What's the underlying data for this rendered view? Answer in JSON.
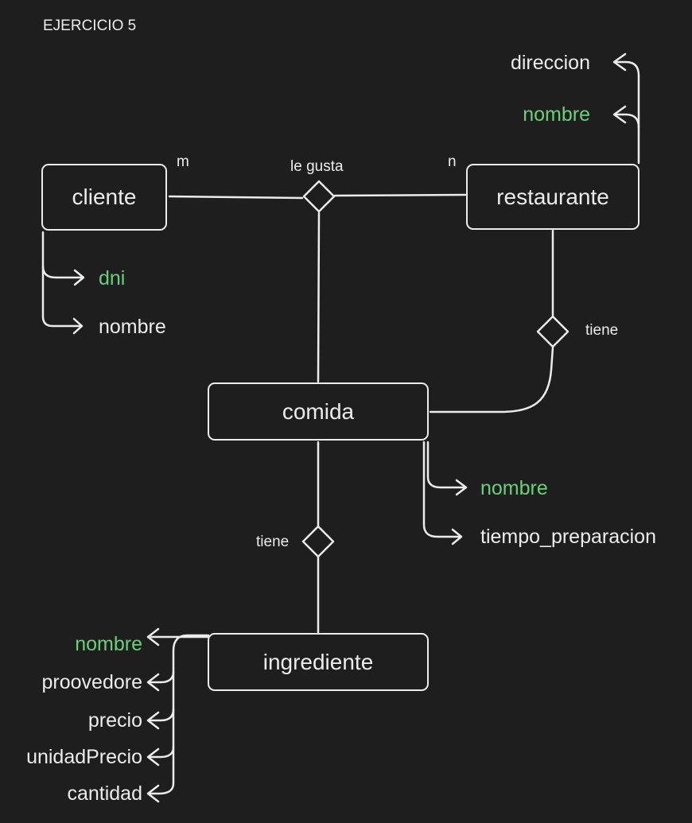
{
  "title": "EJERCICIO 5",
  "entities": {
    "cliente": "cliente",
    "restaurante": "restaurante",
    "comida": "comida",
    "ingrediente": "ingrediente"
  },
  "relationships": {
    "le_gusta": "le gusta",
    "tiene_restaurante": "tiene",
    "tiene_ingrediente": "tiene"
  },
  "cardinalities": {
    "m": "m",
    "n": "n"
  },
  "attributes": {
    "cliente": [
      {
        "label": "dni",
        "key": true
      },
      {
        "label": "nombre",
        "key": false
      }
    ],
    "restaurante": [
      {
        "label": "direccion",
        "key": false
      },
      {
        "label": "nombre",
        "key": true
      }
    ],
    "comida": [
      {
        "label": "nombre",
        "key": true
      },
      {
        "label": "tiempo_preparacion",
        "key": false
      }
    ],
    "ingrediente": [
      {
        "label": "nombre",
        "key": true
      },
      {
        "label": "proovedore",
        "key": false
      },
      {
        "label": "precio",
        "key": false
      },
      {
        "label": "unidadPrecio",
        "key": false
      },
      {
        "label": "cantidad",
        "key": false
      }
    ]
  },
  "colors": {
    "background": "#1e1e1e",
    "stroke": "#ececec",
    "key": "#69d07a"
  }
}
